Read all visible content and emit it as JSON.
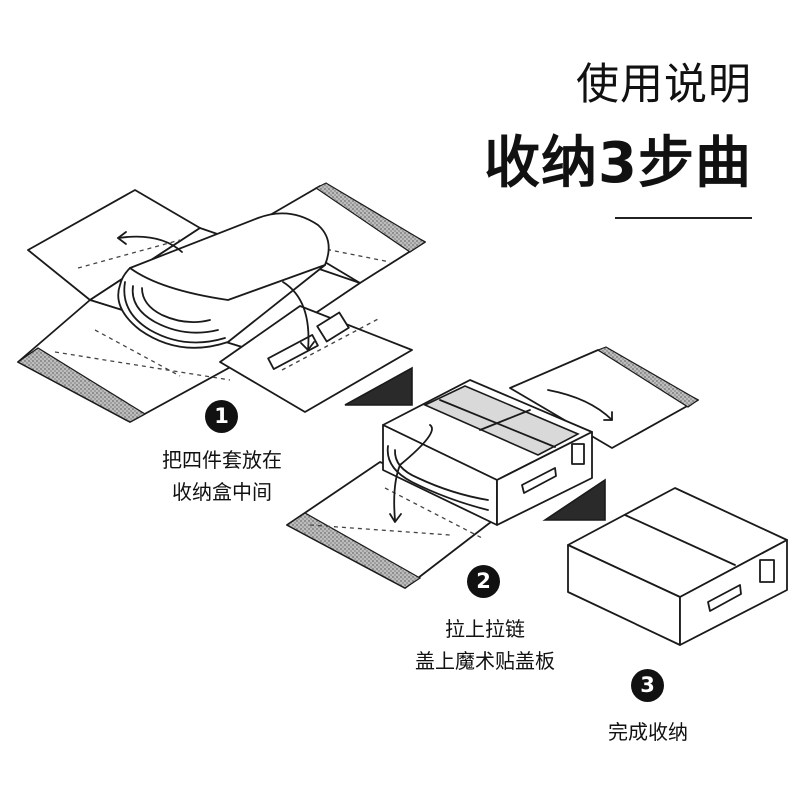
{
  "header": {
    "subtitle": "使用说明",
    "title": "收纳3步曲"
  },
  "steps": [
    {
      "number": "1",
      "lines": [
        "把四件套放在",
        "收纳盒中间"
      ]
    },
    {
      "number": "2",
      "lines": [
        "拉上拉链",
        "盖上魔术贴盖板"
      ]
    },
    {
      "number": "3",
      "lines": [
        "完成收纳"
      ]
    }
  ],
  "colors": {
    "ink": "#111111",
    "velcro": "#9a9a9a",
    "background": "#ffffff"
  }
}
